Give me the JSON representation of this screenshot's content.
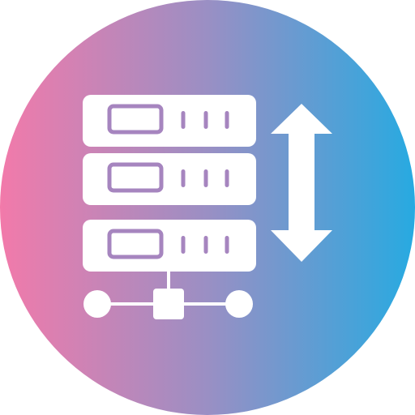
{
  "icon": {
    "name": "server-network-scaling-icon",
    "gradient": {
      "start": "#f27aaa",
      "middle": "#9a8fc4",
      "end": "#27aae1"
    },
    "foreground": "#ffffff",
    "detail": "#a685bf",
    "server_units": 3,
    "network_nodes": 3,
    "arrow": "vertical-double-arrow"
  }
}
